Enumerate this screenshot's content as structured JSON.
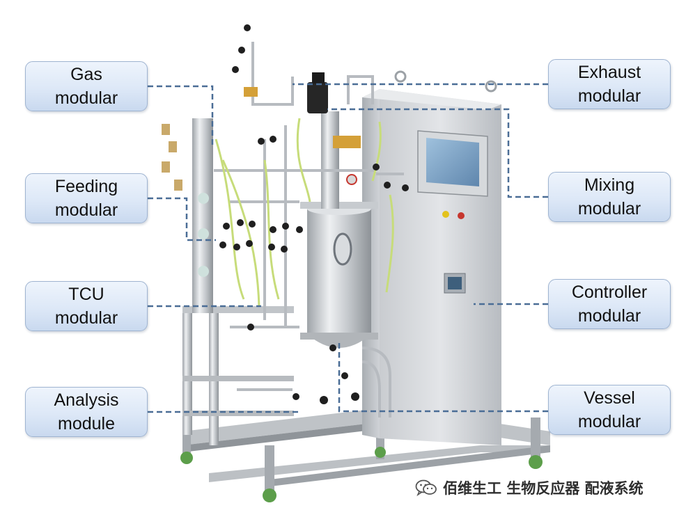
{
  "labels": {
    "gas": "Gas\nmodular",
    "feeding": "Feeding\nmodular",
    "tcu": "TCU\nmodular",
    "analysis": "Analysis\nmodule",
    "exhaust": "Exhaust\nmodular",
    "mixing": "Mixing\nmodular",
    "controller": "Controller\nmodular",
    "vessel": "Vessel\nmodular"
  },
  "watermark": {
    "text": "佰维生工 生物反应器 配液系统",
    "icon": "wechat-icon"
  },
  "colors": {
    "leader_line": "#4a6d96",
    "box_border": "#9fb4d1",
    "box_fill": "#dde8f7",
    "steel": "#c9cdd1",
    "green_wheel": "#5c9e4a",
    "tube_green": "#c7dc7a"
  }
}
